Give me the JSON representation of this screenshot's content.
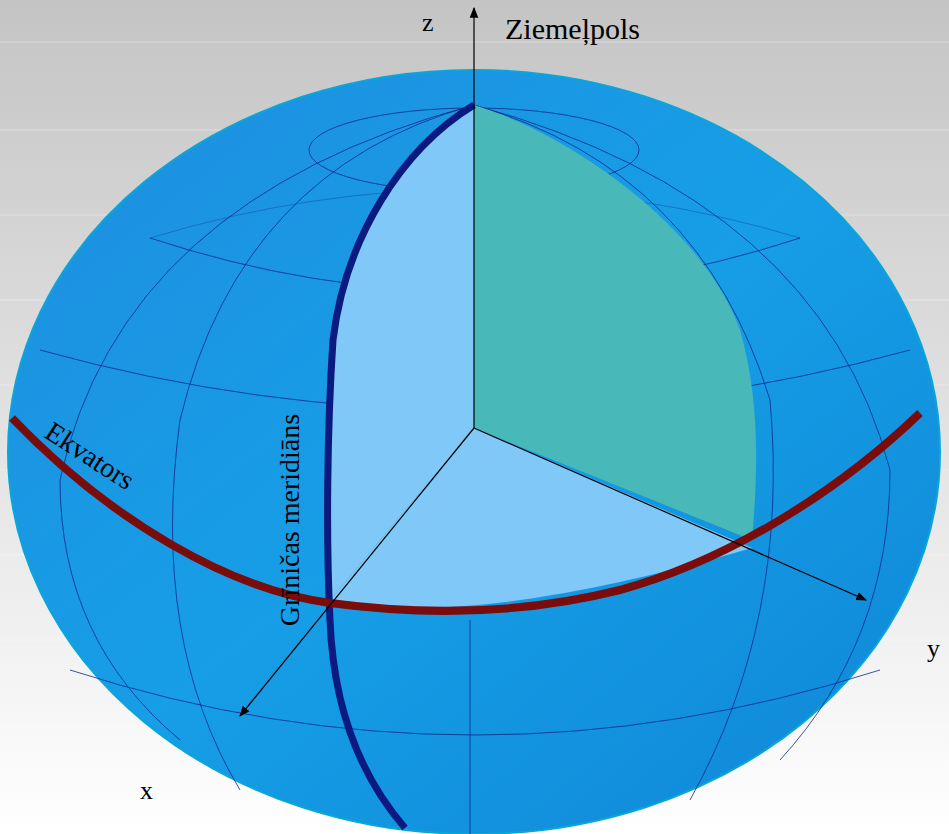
{
  "diagram": {
    "labels": [
      "z",
      "Ziemeļpols",
      "Ekvators",
      "Grīničas meridiāns",
      "x",
      "y"
    ]
  }
}
